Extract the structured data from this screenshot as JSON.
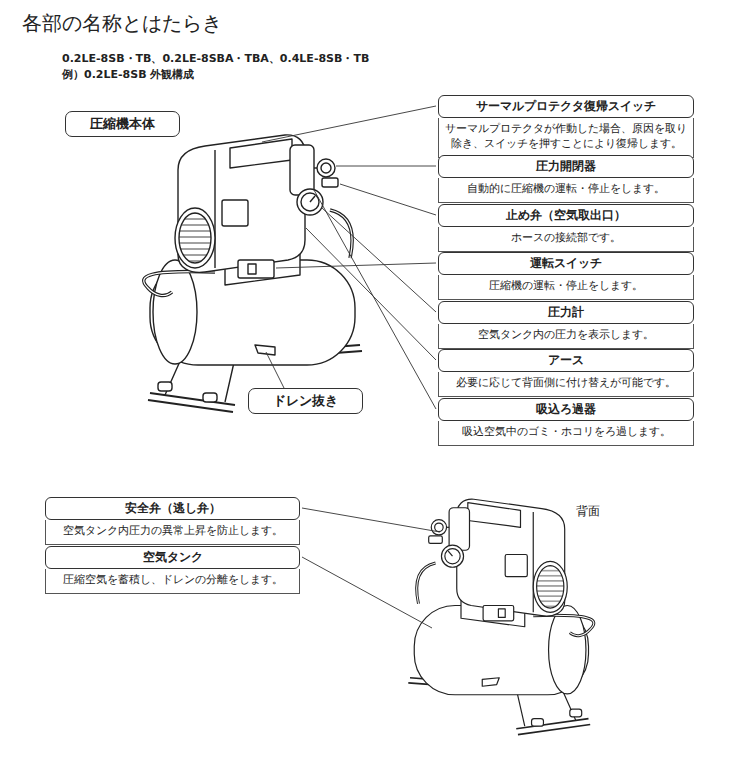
{
  "diagram": {
    "title": "各部の名称とはたらき",
    "nodes": [
      {
        "text": [
          "圧縮機本体"
        ]
      },
      {
        "text": [
          "サーマルプロテクタ復帰スイッチ",
          "サーマルプロテクタが作動した場合、原因を取り除き、スイッチを押すことにより復帰します。"
        ]
      },
      {
        "text": [
          "圧力開閉器",
          "自動的に圧縮機の運転・停止をします。"
        ]
      },
      {
        "text": [
          "止め弁（空気取出口）",
          "ホースの接続部です。"
        ]
      },
      {
        "text": [
          "運転スイッチ",
          "圧縮機の運転・停止をします。"
        ]
      },
      {
        "text": [
          "圧力計",
          "空気タンク内の圧力を表示します。"
        ]
      },
      {
        "text": [
          "アース",
          "必要に応じて背面側に付け替えが可能です。"
        ]
      },
      {
        "text": [
          "吸込ろ過器",
          "吸込空気中のゴミ・ホコリをろ過します。"
        ]
      },
      {
        "text": [
          "ドレン抜き"
        ]
      },
      {
        "text": [
          "安全弁（逃し弁）",
          "空気タンク内圧力の異常上昇を防止します。"
        ]
      },
      {
        "text": [
          "空気タンク",
          "圧縮空気を蓄積し、ドレンの分離をします。"
        ]
      }
    ],
    "labels": [
      "0.2LE-8SB・TB、0.2LE-8SBA・TBA、0.4LE-8SB・TB",
      "例）0.2LE-8SB 外観構成",
      "背面"
    ]
  }
}
